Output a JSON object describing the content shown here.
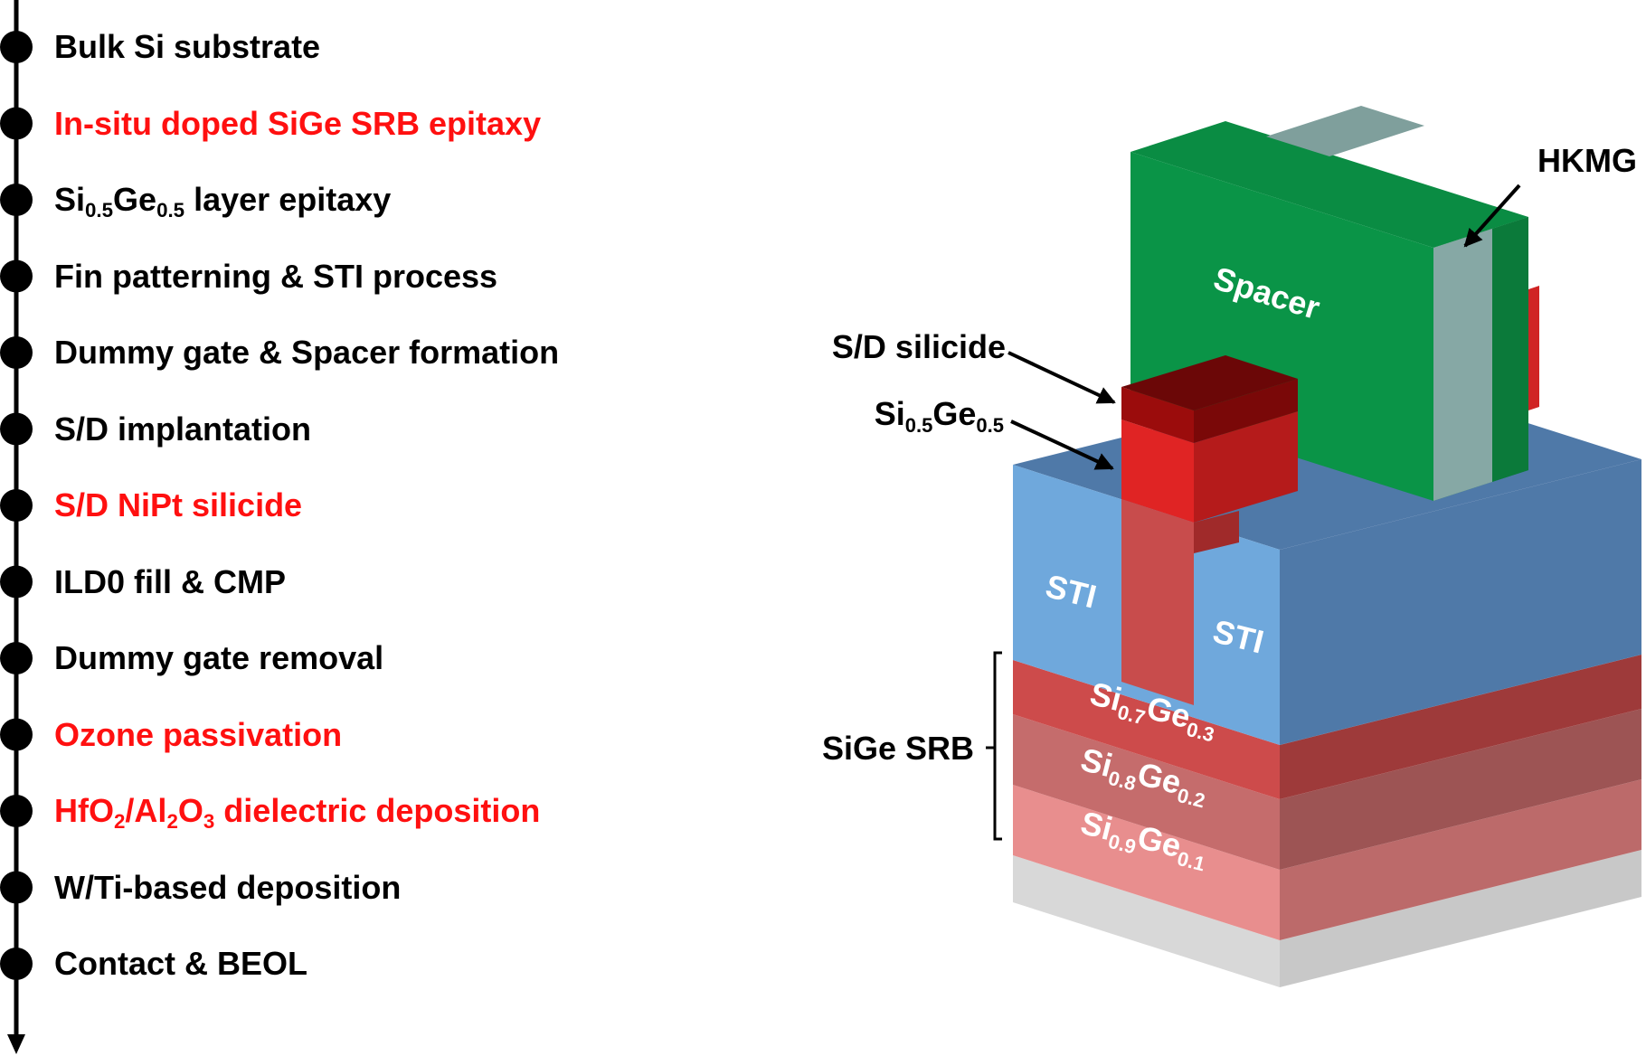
{
  "process_flow": {
    "steps": [
      {
        "parts": [
          {
            "t": "Bulk Si substrate"
          }
        ],
        "highlight": false
      },
      {
        "parts": [
          {
            "t": "In-situ doped SiGe SRB epitaxy"
          }
        ],
        "highlight": true
      },
      {
        "parts": [
          {
            "t": "Si"
          },
          {
            "t": "0.5",
            "sub": true
          },
          {
            "t": "Ge"
          },
          {
            "t": "0.5",
            "sub": true
          },
          {
            "t": " layer epitaxy"
          }
        ],
        "highlight": false
      },
      {
        "parts": [
          {
            "t": "Fin patterning & STI process"
          }
        ],
        "highlight": false
      },
      {
        "parts": [
          {
            "t": "Dummy gate & Spacer formation"
          }
        ],
        "highlight": false
      },
      {
        "parts": [
          {
            "t": "S/D implantation"
          }
        ],
        "highlight": false
      },
      {
        "parts": [
          {
            "t": "S/D NiPt silicide"
          }
        ],
        "highlight": true
      },
      {
        "parts": [
          {
            "t": "ILD0 fill & CMP"
          }
        ],
        "highlight": false
      },
      {
        "parts": [
          {
            "t": "Dummy gate removal"
          }
        ],
        "highlight": false
      },
      {
        "parts": [
          {
            "t": "Ozone passivation"
          }
        ],
        "highlight": true
      },
      {
        "parts": [
          {
            "t": "HfO"
          },
          {
            "t": "2",
            "sub": true
          },
          {
            "t": "/Al"
          },
          {
            "t": "2",
            "sub": true
          },
          {
            "t": "O"
          },
          {
            "t": "3",
            "sub": true
          },
          {
            "t": " dielectric deposition"
          }
        ],
        "highlight": true
      },
      {
        "parts": [
          {
            "t": "W/Ti-based deposition"
          }
        ],
        "highlight": false
      },
      {
        "parts": [
          {
            "t": "Contact & BEOL"
          }
        ],
        "highlight": false
      }
    ],
    "colors": {
      "normal": "#000000",
      "highlight": "#ff1010"
    }
  },
  "device": {
    "labels": {
      "hkmg": "HKMG",
      "spacer": "Spacer",
      "sd_silicide": "S/D silicide",
      "sige_fin": {
        "main": "Si",
        "sub1": "0.5",
        "mid": "Ge",
        "sub2": "0.5"
      },
      "sti_left": "STI",
      "sti_right": "STI",
      "sige_srb": "SiGe SRB",
      "layer1": {
        "main": "Si",
        "sub1": "0.7",
        "mid": "Ge",
        "sub2": "0.3"
      },
      "layer2": {
        "main": "Si",
        "sub1": "0.8",
        "mid": "Ge",
        "sub2": "0.2"
      },
      "layer3": {
        "main": "Si",
        "sub1": "0.9",
        "mid": "Ge",
        "sub2": "0.1"
      }
    },
    "colors": {
      "sti": "#6fa8dc",
      "spacer": "#0a9447",
      "hkmg": "#86a8a5",
      "silicide": "#7a0b0b",
      "sige": "#d62020",
      "si07ge03": "#cc4c4c",
      "si08ge02": "#c66c6c",
      "si09ge01": "#e48b8b",
      "substrate": "#d6d6d6"
    }
  }
}
